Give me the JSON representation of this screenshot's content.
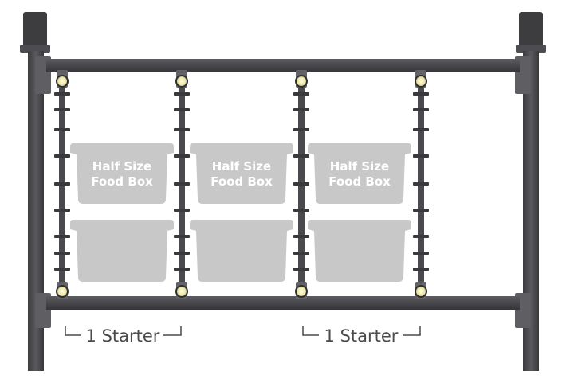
{
  "colors": {
    "frame": "#4a4a4e",
    "frame_dark": "#3a3a3d",
    "bracket": "#636367",
    "box": "#c8c8c8",
    "box_text": "#ffffff",
    "light": "#f3efb8",
    "starter_text": "#4a4a4a"
  },
  "food_boxes": [
    {
      "line1": "Half Size",
      "line2": "Food Box"
    },
    {
      "line1": "Half Size",
      "line2": "Food Box"
    },
    {
      "line1": "Half Size",
      "line2": "Food Box"
    }
  ],
  "starters": [
    {
      "label": "1 Starter"
    },
    {
      "label": "1 Starter"
    }
  ]
}
